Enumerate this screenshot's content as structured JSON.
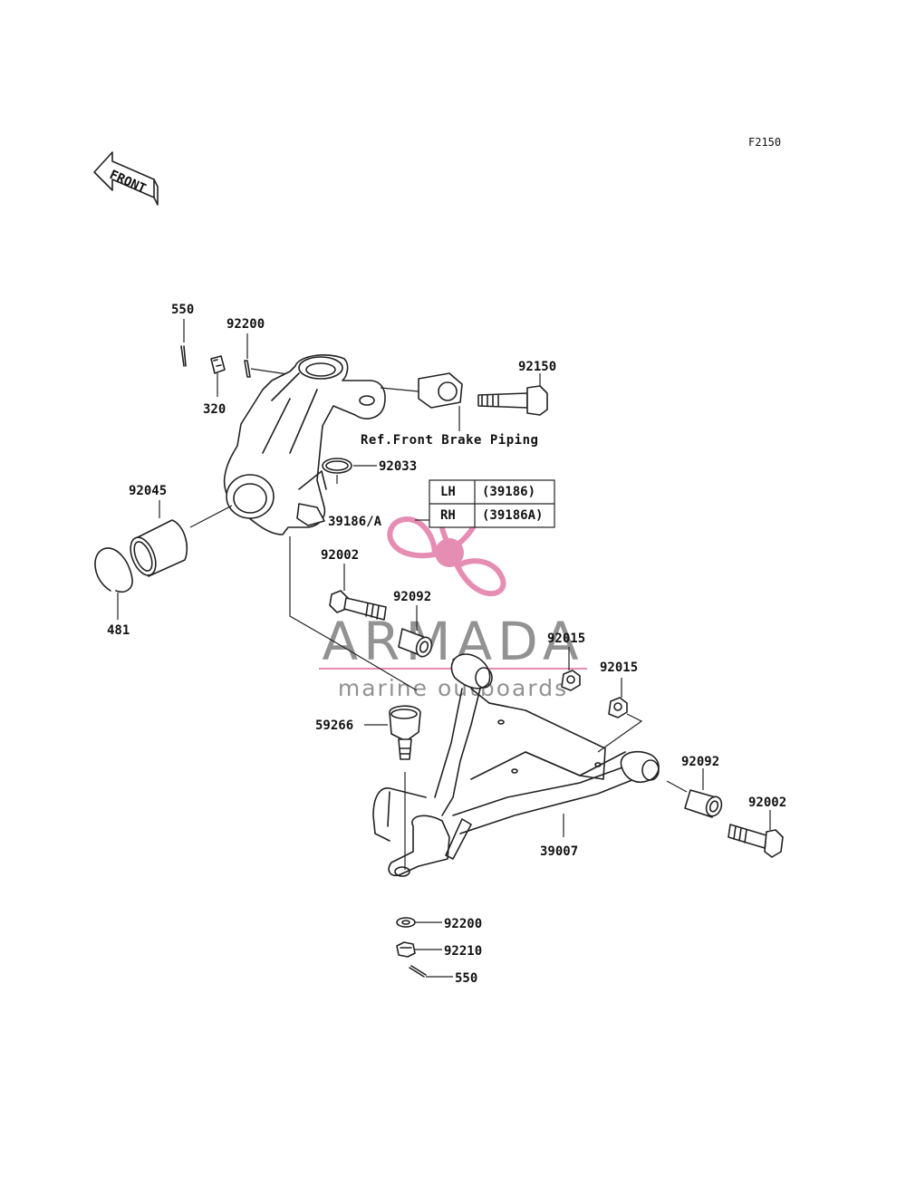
{
  "diagram": {
    "code": "F2150",
    "front_arrow": "FRONT",
    "reference_note": "Ref.Front Brake Piping",
    "side_table": [
      {
        "side": "LH",
        "part": "(39186)"
      },
      {
        "side": "RH",
        "part": "(39186A)"
      }
    ],
    "parts": {
      "p550_top": "550",
      "p92200_top": "92200",
      "p320": "320",
      "p92150": "92150",
      "p92033": "92033",
      "p39186": "39186/A",
      "p92045": "92045",
      "p481": "481",
      "p92002_left": "92002",
      "p92092_left": "92092",
      "p92015_a": "92015",
      "p92015_b": "92015",
      "p59266": "59266",
      "p92092_right": "92092",
      "p92002_right": "92002",
      "p39007": "39007",
      "p92200_bottom": "92200",
      "p92210": "92210",
      "p550_bottom": "550"
    }
  },
  "watermark": {
    "brand": "ARMADA",
    "tagline": "marine outboards",
    "color_pink": "#e27aa6",
    "color_gray": "#555555"
  }
}
